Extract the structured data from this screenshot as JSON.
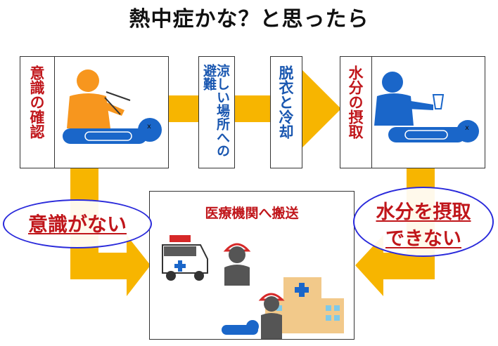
{
  "title": "熱中症かな？と思ったら",
  "steps": {
    "consciousness_check": "意識の確認",
    "cool_place": "涼しい場所への避難",
    "undress": "脱衣と冷却",
    "hydration": "水分の摂取"
  },
  "hospital_box_title": "医療機関へ搬送",
  "branches": {
    "no_consciousness": "意識がない",
    "cannot_hydrate_line1": "水分を摂取",
    "cannot_hydrate_line2": "できない"
  },
  "colors": {
    "arrow": "#f7b500",
    "person_orange": "#f7961e",
    "person_blue": "#1a66c9",
    "red_text": "#c0161b",
    "blue_text": "#1a57b0",
    "ellipse_border": "#2a2adb"
  },
  "icons": [
    "person-checking-icon",
    "lying-person-icon",
    "person-drinking-icon",
    "ambulance-icon",
    "paramedic-icon",
    "hospital-icon"
  ]
}
